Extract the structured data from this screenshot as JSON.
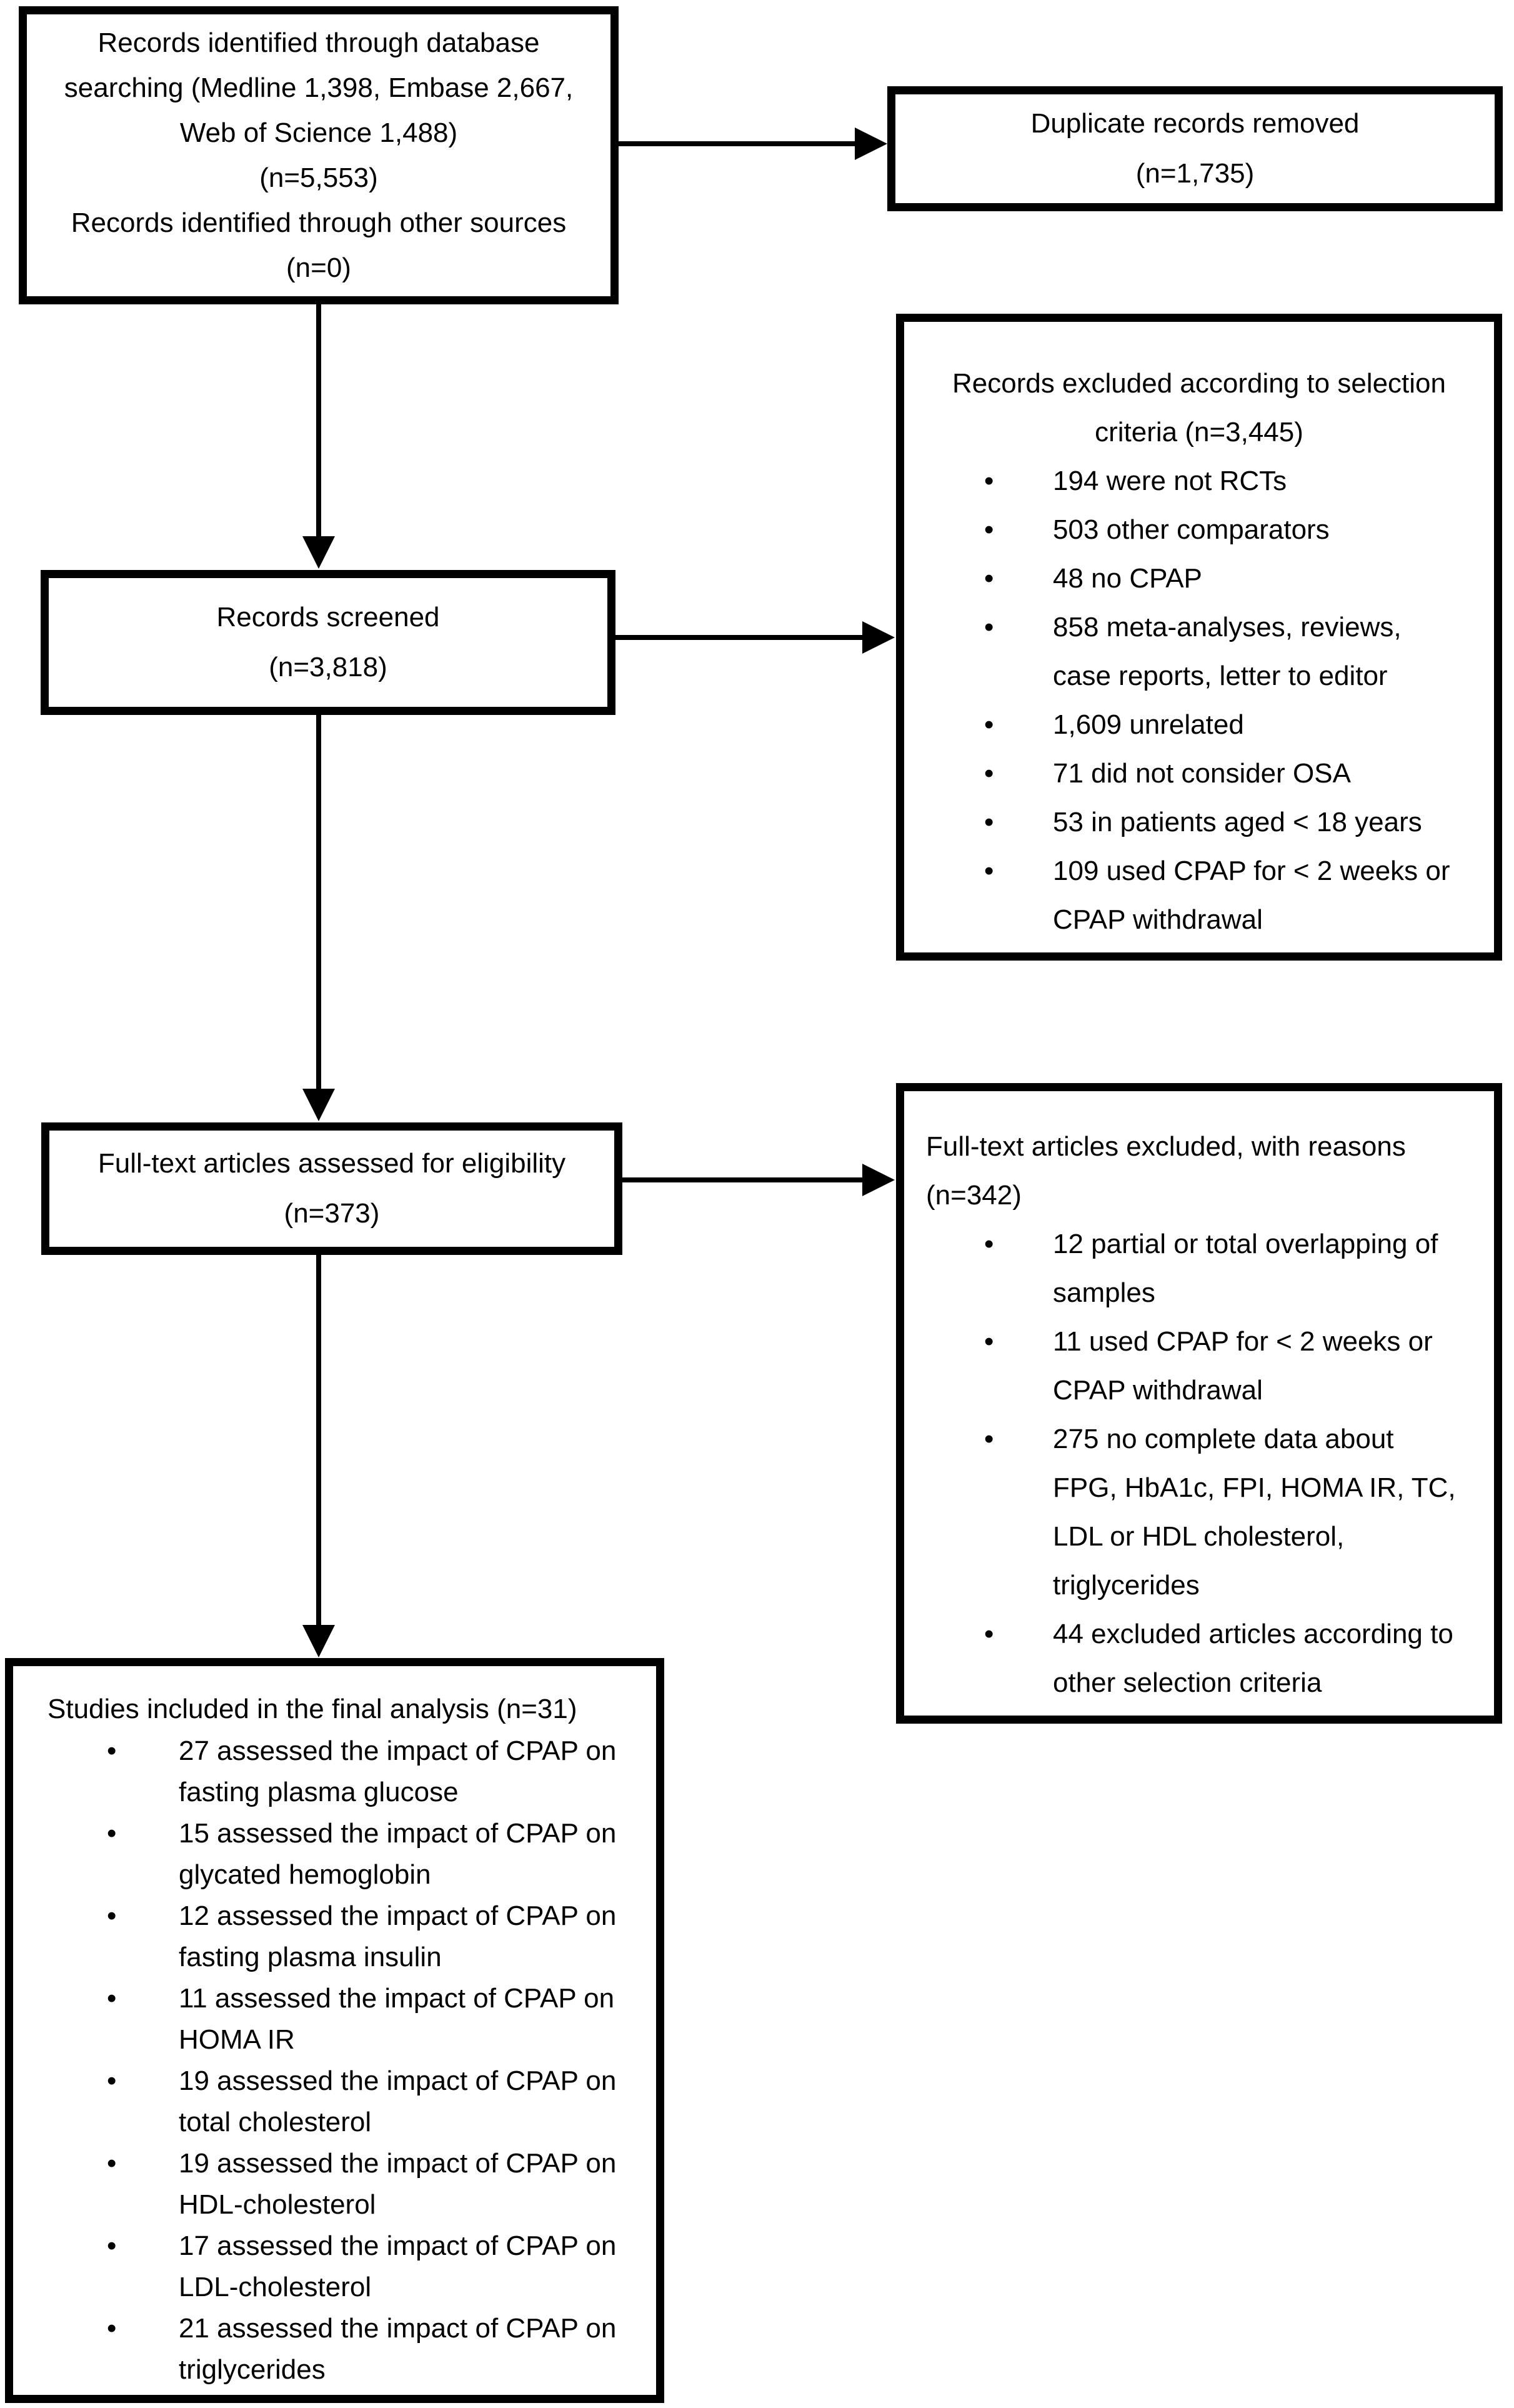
{
  "figure": {
    "type": "prisma-flow-diagram",
    "colors": {
      "background": "#ffffff",
      "border": "#000000",
      "text": "#000000"
    },
    "boxes": {
      "identification": {
        "lines": [
          "Records identified through database",
          "searching (Medline 1,398, Embase 2,667,",
          "Web of Science 1,488)",
          "(n=5,553)",
          "Records identified through other sources",
          "(n=0)"
        ]
      },
      "duplicates_removed": {
        "lines": [
          "Duplicate records removed",
          "(n=1,735)"
        ]
      },
      "records_screened": {
        "lines": [
          "Records screened",
          "(n=3,818)"
        ]
      },
      "records_excluded": {
        "title_lines": [
          "Records excluded according to selection",
          "criteria (n=3,445)"
        ],
        "bullets": [
          "194 were not RCTs",
          "503 other comparators",
          "48 no CPAP",
          "858 meta-analyses, reviews, case reports, letter to editor",
          "1,609 unrelated",
          "71 did not consider OSA",
          "53 in patients aged < 18 years",
          "109 used CPAP for < 2 weeks or CPAP withdrawal"
        ]
      },
      "fulltext_assessed": {
        "lines": [
          "Full-text articles assessed for eligibility",
          "(n=373)"
        ]
      },
      "fulltext_excluded": {
        "title_lines": [
          "Full-text articles excluded, with reasons",
          "(n=342)"
        ],
        "bullets": [
          "12 partial or total overlapping of samples",
          "11 used CPAP for < 2 weeks or CPAP withdrawal",
          "275 no complete data about FPG, HbA1c, FPI, HOMA IR, TC, LDL or HDL cholesterol, triglycerides",
          "44 excluded articles according to other selection criteria"
        ]
      },
      "studies_included": {
        "title": "Studies included in the final analysis (n=31)",
        "bullets": [
          "27 assessed the impact of CPAP on fasting plasma glucose",
          "15 assessed the impact of CPAP on glycated hemoglobin",
          "12 assessed the impact of CPAP on fasting plasma insulin",
          "11 assessed the impact of CPAP on HOMA IR",
          "19 assessed the impact of CPAP on total cholesterol",
          "19 assessed the impact of CPAP on HDL-cholesterol",
          "17 assessed the impact of CPAP on LDL-cholesterol",
          "21 assessed the impact of CPAP on triglycerides"
        ]
      }
    }
  }
}
